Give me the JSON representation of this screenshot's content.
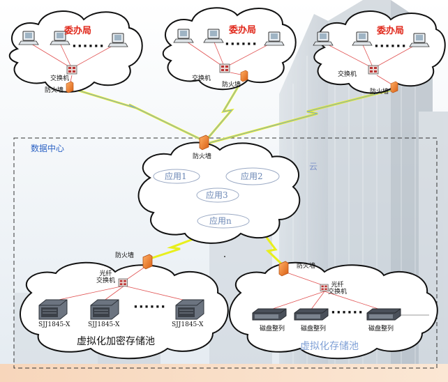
{
  "offices": [
    {
      "name": "委办局",
      "switch": "交换机",
      "firewall": "防火墙"
    },
    {
      "name": "委办局",
      "switch": "交换机",
      "firewall": "防火墙"
    },
    {
      "name": "委办局",
      "switch": "交换机",
      "firewall": "防火墙"
    }
  ],
  "datacenter": {
    "title": "数据中心",
    "firewall": "防火墙",
    "cloud_label": "云",
    "apps": [
      "应用1",
      "应用2",
      "应用3",
      "应用n"
    ]
  },
  "encrypt_pool": {
    "firewall": "防火墙",
    "switch": "光纤\n交换机",
    "servers": [
      "SJJ1845-X",
      "SJJ1845-X",
      "SJJ1845-X"
    ],
    "title": "虚拟化加密存储池"
  },
  "storage_pool": {
    "firewall": "防火墙",
    "switch": "光纤\n交换机",
    "arrays": [
      "磁盘整列",
      "磁盘整列",
      "磁盘整列"
    ],
    "title": "虚拟化存储池"
  },
  "colors": {
    "office_label": "#e0271a",
    "datacenter_label": "#2c63c4",
    "link": "#e8ef1c",
    "firewall": "#f08c3c"
  }
}
